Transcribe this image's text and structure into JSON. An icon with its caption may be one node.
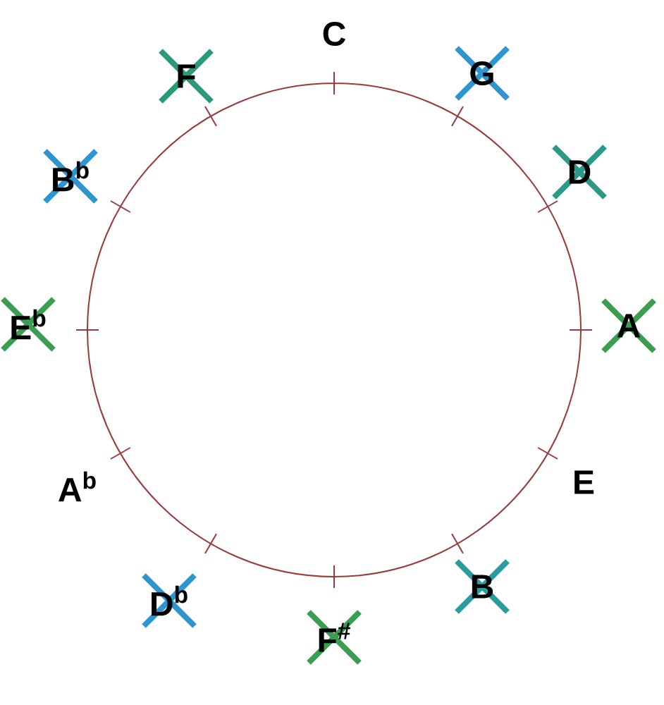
{
  "diagram": {
    "labels": [
      "C",
      "G",
      "D",
      "A",
      "E",
      "B",
      "F$^{#}$",
      "D$^{b}$",
      "A$^{b}$",
      "E$^{b}$",
      "B$^{b}$",
      "F"
    ]
  }
}
